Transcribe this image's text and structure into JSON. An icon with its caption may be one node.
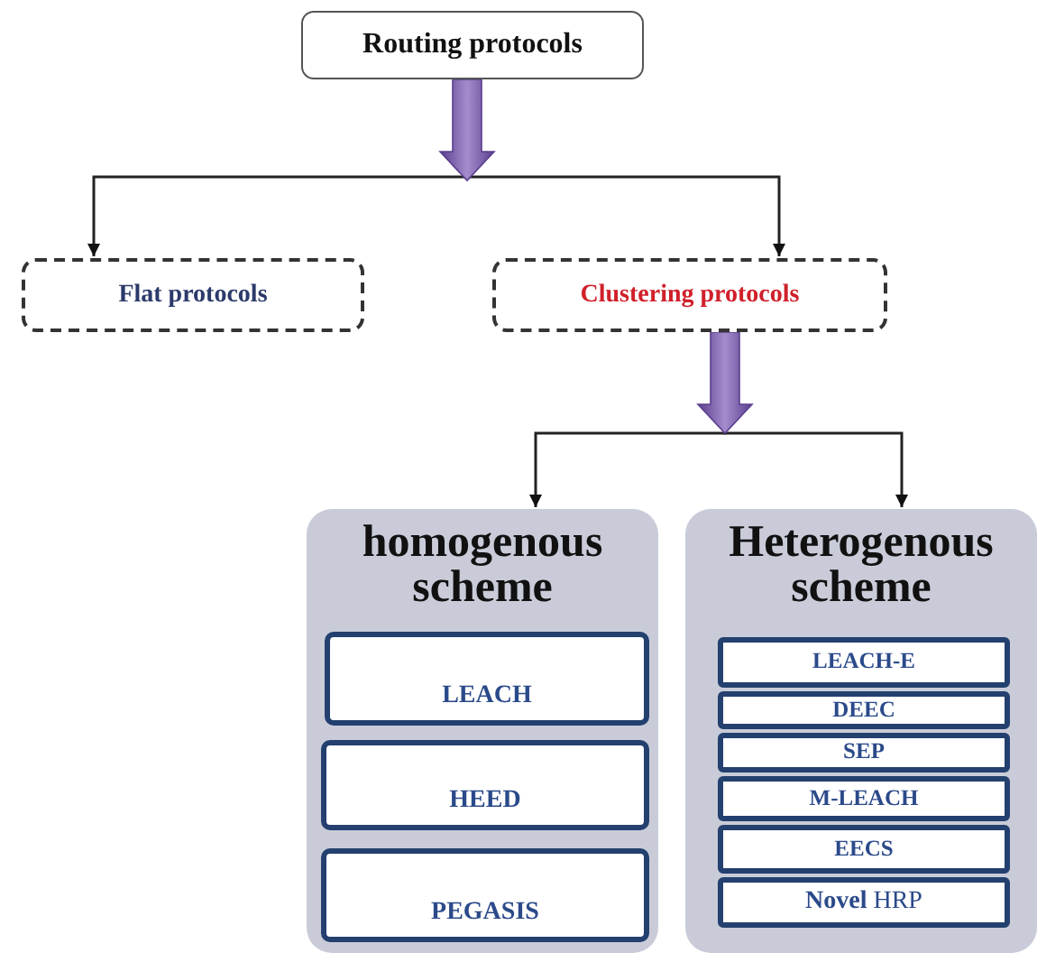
{
  "diagram": {
    "nodes": [
      {
        "text": [
          "Routing protocols"
        ]
      },
      {
        "text": [
          "Flat protocols"
        ]
      },
      {
        "text": [
          "Clustering protocols"
        ]
      },
      {
        "text": [
          "homogenous scheme"
        ]
      },
      {
        "text": [
          "LEACH"
        ],
        "in": 3
      },
      {
        "text": [
          "HEED"
        ],
        "in": 3
      },
      {
        "text": [
          "PEGASIS"
        ],
        "in": 3
      },
      {
        "text": [
          "Heterogenous scheme"
        ]
      },
      {
        "text": [
          "LEACH-E"
        ],
        "in": 7
      },
      {
        "text": [
          "DEEC"
        ],
        "in": 7
      },
      {
        "text": [
          "SEP"
        ],
        "in": 7
      },
      {
        "text": [
          "M-LEACH"
        ],
        "in": 7
      },
      {
        "text": [
          "EECS"
        ],
        "in": 7
      },
      {
        "text": [
          "**Novel** HRP"
        ],
        "in": 7
      }
    ],
    "edges": [
      {
        "from": 0,
        "to": 1,
        "arrow": "to"
      },
      {
        "from": 0,
        "to": 2,
        "arrow": "to"
      },
      {
        "from": 2,
        "to": 3,
        "arrow": "to"
      },
      {
        "from": 2,
        "to": 7,
        "arrow": "to"
      }
    ]
  }
}
